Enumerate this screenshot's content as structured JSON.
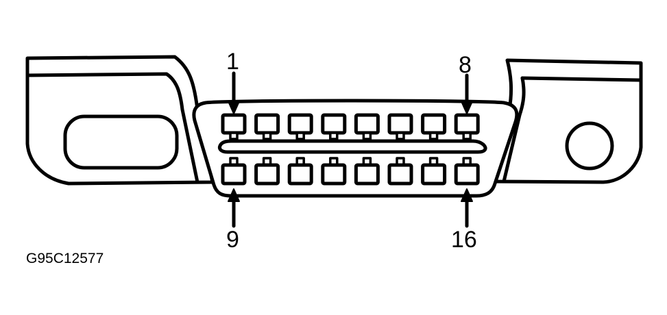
{
  "figure_code": "G95C12577",
  "pin_labels": {
    "top_left": "1",
    "top_right": "8",
    "bottom_left": "9",
    "bottom_right": "16"
  },
  "pin_count": 16,
  "colors": {
    "line": "#000000",
    "fill": "#ffffff"
  }
}
